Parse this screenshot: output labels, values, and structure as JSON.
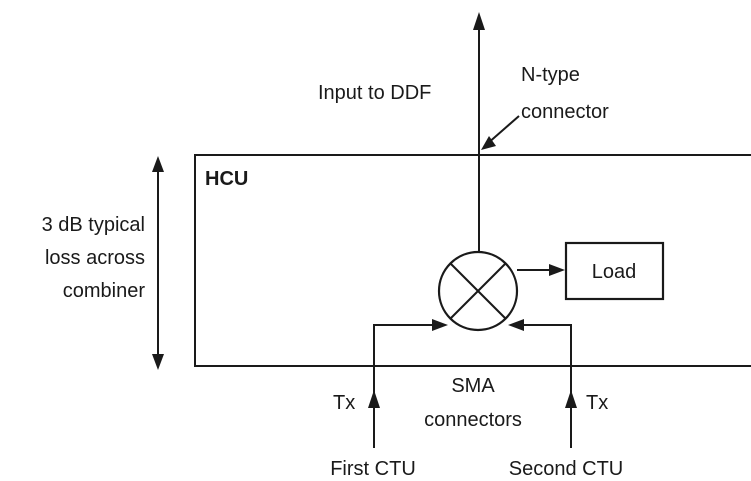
{
  "labels": {
    "input_to_ddf": "Input to DDF",
    "n_type_line1": "N-type",
    "n_type_line2": "connector",
    "hcu": "HCU",
    "loss_line1": "3 dB typical",
    "loss_line2": "loss across",
    "loss_line3": "combiner",
    "load": "Load",
    "sma_line1": "SMA",
    "sma_line2": "connectors",
    "tx_left": "Tx",
    "tx_right": "Tx",
    "first_ctu": "First CTU",
    "second_ctu": "Second CTU"
  }
}
